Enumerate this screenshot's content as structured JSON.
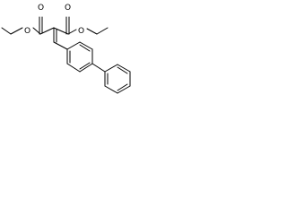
{
  "molecule": {
    "atoms": {
      "o_carbonyl_left": "O",
      "o_carbonyl_right": "O",
      "o_ester_left": "O",
      "o_ester_right": "O"
    }
  },
  "colors": {
    "ink": "#000000",
    "background": "#ffffff"
  }
}
